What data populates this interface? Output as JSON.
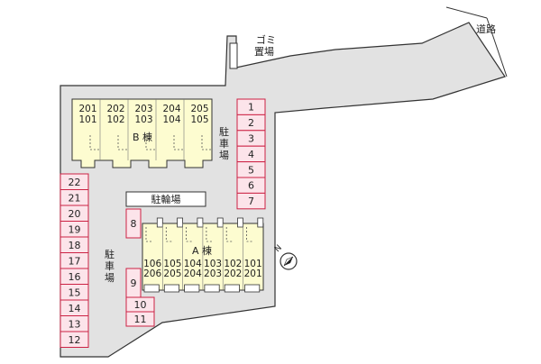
{
  "colors": {
    "site": "#e2e2e2",
    "outline": "#333333",
    "building": "#fdfcd0",
    "parking_fill": "#fce4ea",
    "parking_stroke": "#cc2244",
    "white": "#ffffff"
  },
  "labels": {
    "road": "道路",
    "garbage": "ゴミ置場",
    "bike_parking": "駐輪場",
    "parking_right": "駐車場",
    "parking_left": "駐車場",
    "building_b": "B 棟",
    "building_a": "A 棟",
    "north": "N"
  },
  "building_b_units": [
    {
      "upper": "201",
      "lower": "101"
    },
    {
      "upper": "202",
      "lower": "102"
    },
    {
      "upper": "203",
      "lower": "103"
    },
    {
      "upper": "204",
      "lower": "104"
    },
    {
      "upper": "205",
      "lower": "105"
    }
  ],
  "building_a_units": [
    {
      "upper": "106",
      "lower": "206"
    },
    {
      "upper": "105",
      "lower": "205"
    },
    {
      "upper": "104",
      "lower": "204"
    },
    {
      "upper": "103",
      "lower": "203"
    },
    {
      "upper": "102",
      "lower": "202"
    },
    {
      "upper": "101",
      "lower": "201"
    }
  ],
  "parking_right": [
    "1",
    "2",
    "3",
    "4",
    "5",
    "6",
    "7"
  ],
  "parking_left": [
    "22",
    "21",
    "20",
    "19",
    "18",
    "17",
    "16",
    "15",
    "14",
    "13",
    "12"
  ],
  "parking_center_top": "8",
  "parking_center_bottom": [
    "9",
    "10",
    "11"
  ]
}
